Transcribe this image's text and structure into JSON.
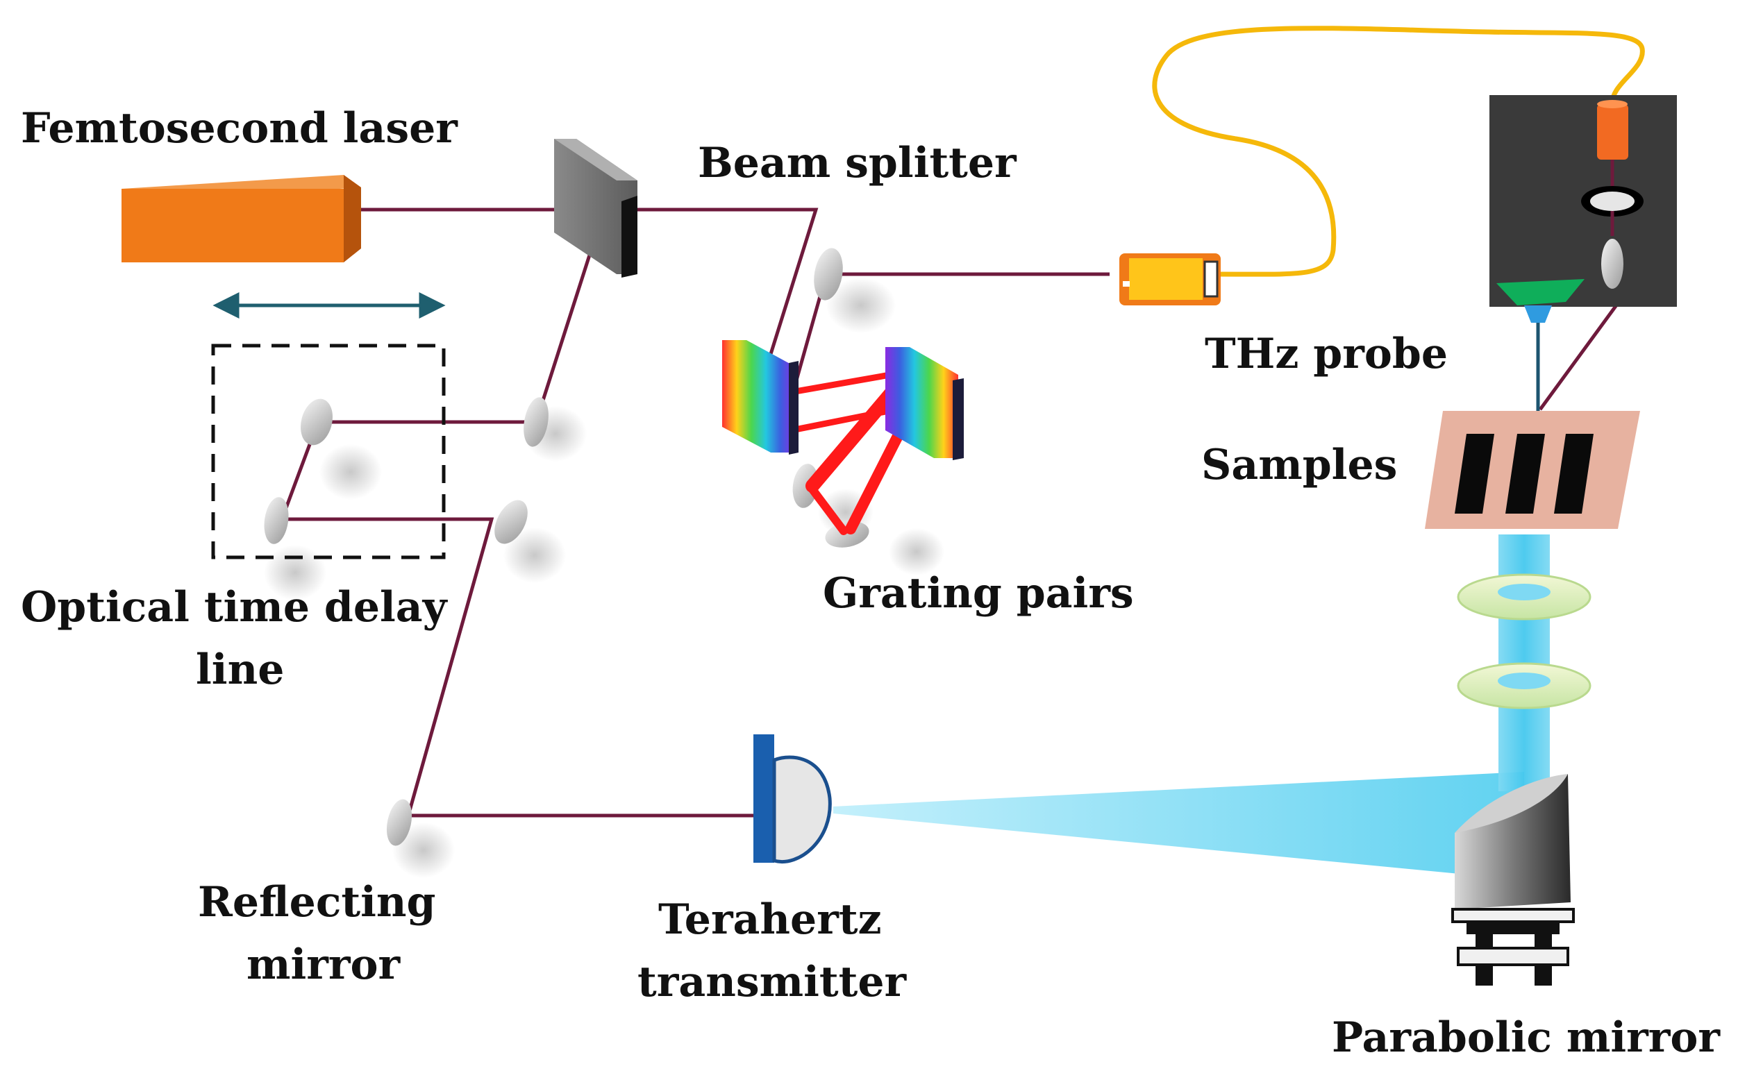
{
  "labels": {
    "femtosecond_laser": "Femtosecond laser",
    "beam_splitter": "Beam splitter",
    "thz_probe": "THz probe",
    "samples": "Samples",
    "optical_delay_line_1": "Optical time delay",
    "optical_delay_line_2": "line",
    "grating_pairs": "Grating pairs",
    "reflecting_mirror_1": "Reflecting",
    "reflecting_mirror_2": "mirror",
    "terahertz_transmitter_1": "Terahertz",
    "terahertz_transmitter_2": "transmitter",
    "parabolic_mirror": "Parabolic mirror"
  },
  "colors": {
    "laser_beam": "#6e1a3c",
    "laser_body": "#f07a18",
    "fiber": "#f5b80a",
    "thz_beam": "#5fd2f0",
    "grating_beam": "#ff1a1a",
    "sample_plate": "#e7b2a0",
    "detector_box": "#3a3a3a",
    "delay_arrow": "#1f5f6f",
    "transmitter_plate": "#1a5fae"
  }
}
